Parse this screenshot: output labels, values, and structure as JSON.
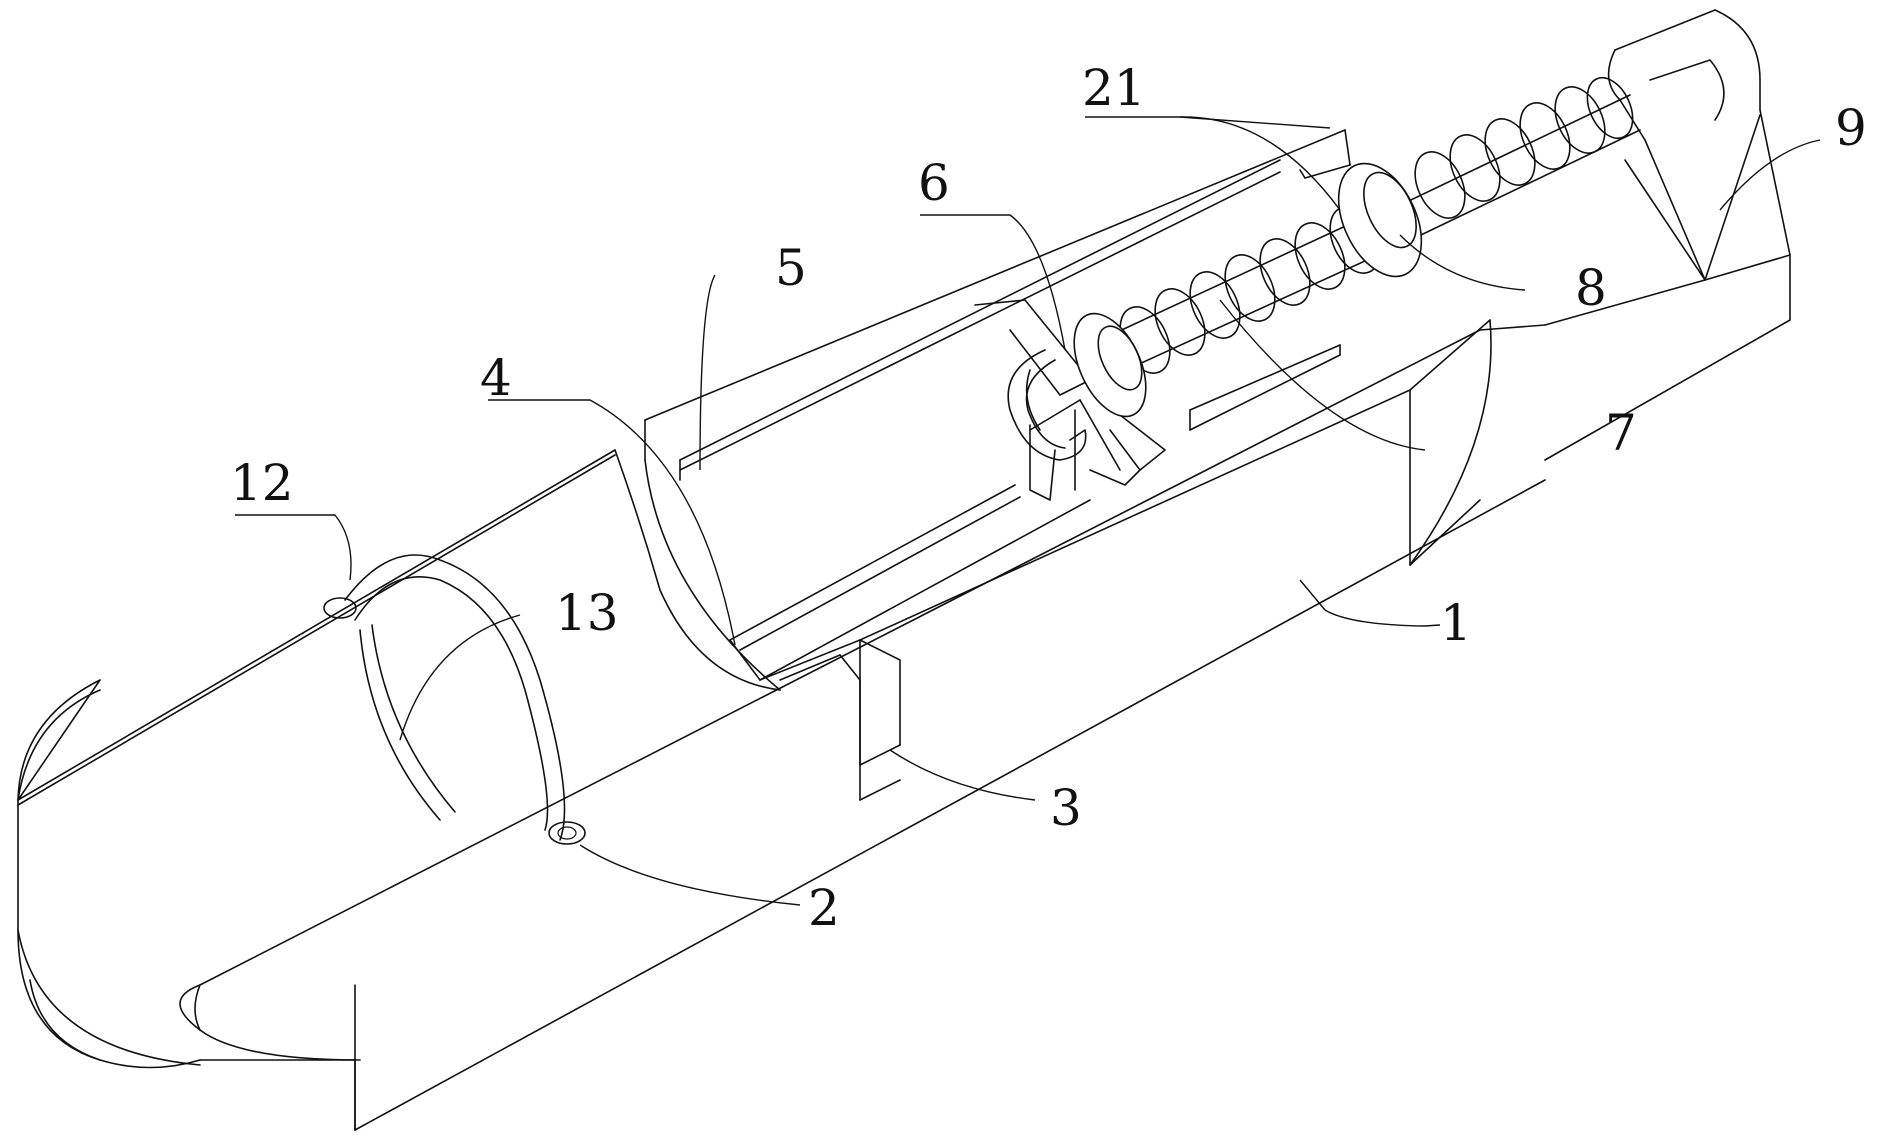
{
  "labels": {
    "l1": "1",
    "l2": "2",
    "l3": "3",
    "l4": "4",
    "l5": "5",
    "l6": "6",
    "l7": "7",
    "l8": "8",
    "l9": "9",
    "l12": "12",
    "l13": "13",
    "l21": "21"
  },
  "colors": {
    "ink": "#111111",
    "background": "#ffffff"
  }
}
